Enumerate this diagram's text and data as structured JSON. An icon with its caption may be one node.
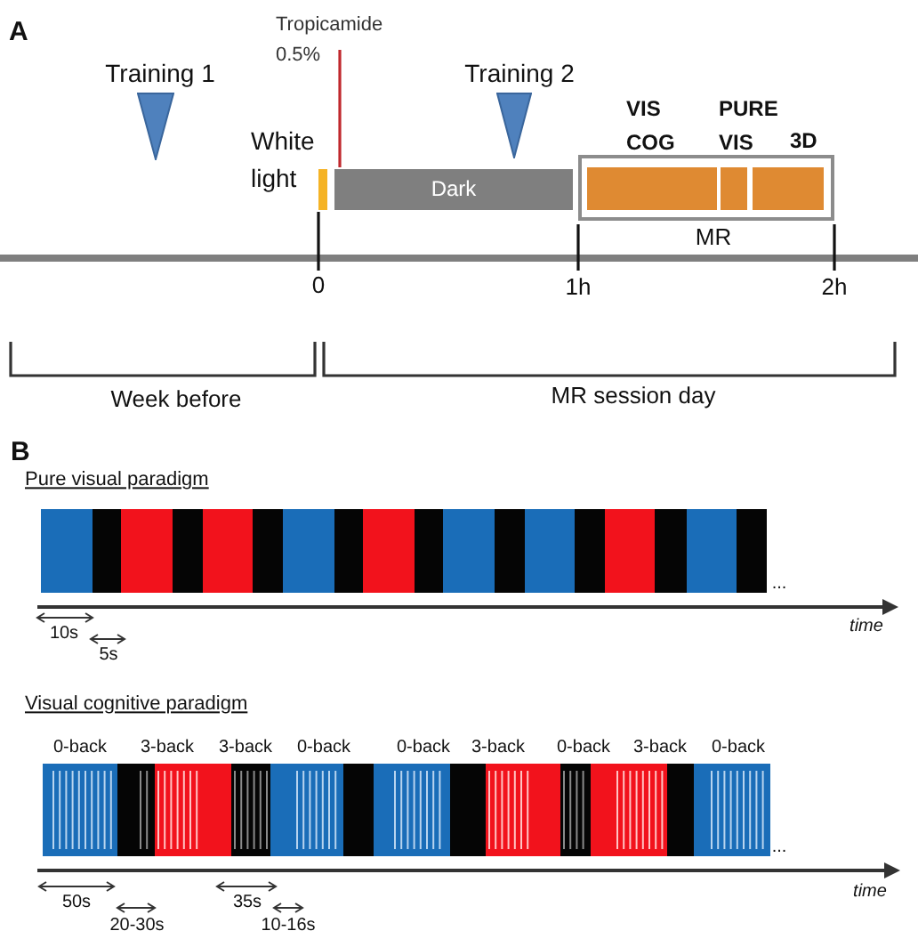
{
  "diagram": {
    "nodes": [
      {
        "text": [
          "Training 1"
        ]
      },
      {
        "text": [
          "Training 2"
        ]
      },
      {
        "text": [
          "White light"
        ]
      },
      {
        "text": [
          "Dark"
        ]
      },
      {
        "text": [
          "MR"
        ]
      },
      {
        "text": [
          "VIS COG"
        ],
        "in": 4
      },
      {
        "text": [
          "PURE VIS"
        ],
        "in": 4
      },
      {
        "text": [
          "3D"
        ],
        "in": 4
      }
    ],
    "labels": [
      "A",
      "Tropicamide 0.5%",
      "0",
      "1h",
      "2h",
      "Week before",
      "MR session day",
      "B",
      "Pure visual paradigm",
      "...",
      "time",
      "10s",
      "5s",
      "Visual cognitive paradigm",
      "0-back",
      "3-back",
      "3-back",
      "0-back",
      "0-back",
      "3-back",
      "0-back",
      "3-back",
      "0-back",
      "...",
      "time",
      "50s",
      "20-30s",
      "35s",
      "10-16s"
    ]
  }
}
